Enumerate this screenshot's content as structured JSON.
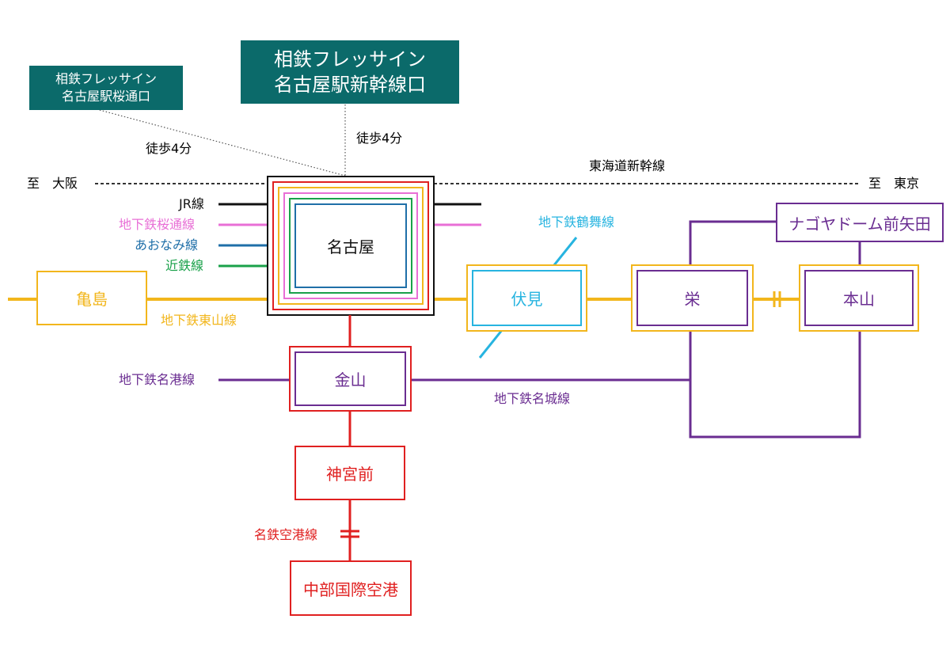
{
  "hotels": {
    "sakuradori": {
      "line1": "相鉄フレッサイン",
      "line2": "名古屋駅桜通口",
      "walk": "徒歩4分"
    },
    "shinkansen": {
      "line1": "相鉄フレッサイン",
      "line2": "名古屋駅新幹線口",
      "walk": "徒歩4分"
    }
  },
  "directions": {
    "osaka": "至　大阪",
    "tokyo": "至　東京",
    "shinkansen_line": "東海道新幹線"
  },
  "lines": {
    "jr": "JR線",
    "sakuradori": "地下鉄桜通線",
    "aonami": "あおなみ線",
    "kintetsu": "近鉄線",
    "higashiyama": "地下鉄東山線",
    "tsurumai": "地下鉄鶴舞線",
    "meiko": "地下鉄名港線",
    "meijo": "地下鉄名城線",
    "meitetsu_airport": "名鉄空港線"
  },
  "stations": {
    "nagoya": "名古屋",
    "kameshima": "亀島",
    "fushimi": "伏見",
    "sakae": "栄",
    "motoyama": "本山",
    "nagoya_dome": "ナゴヤドーム前矢田",
    "kanayama": "金山",
    "jingumae": "神宮前",
    "centrair": "中部国際空港"
  },
  "colors": {
    "jr": "#111111",
    "sakuradori": "#e86fd6",
    "aonami": "#1f6fa8",
    "kintetsu": "#1aa14a",
    "higashiyama": "#f2b61c",
    "tsurumai": "#27b4e0",
    "meijo": "#6a2d91",
    "meitetsu": "#e02020",
    "hotel_bg": "#0b6a6a"
  }
}
